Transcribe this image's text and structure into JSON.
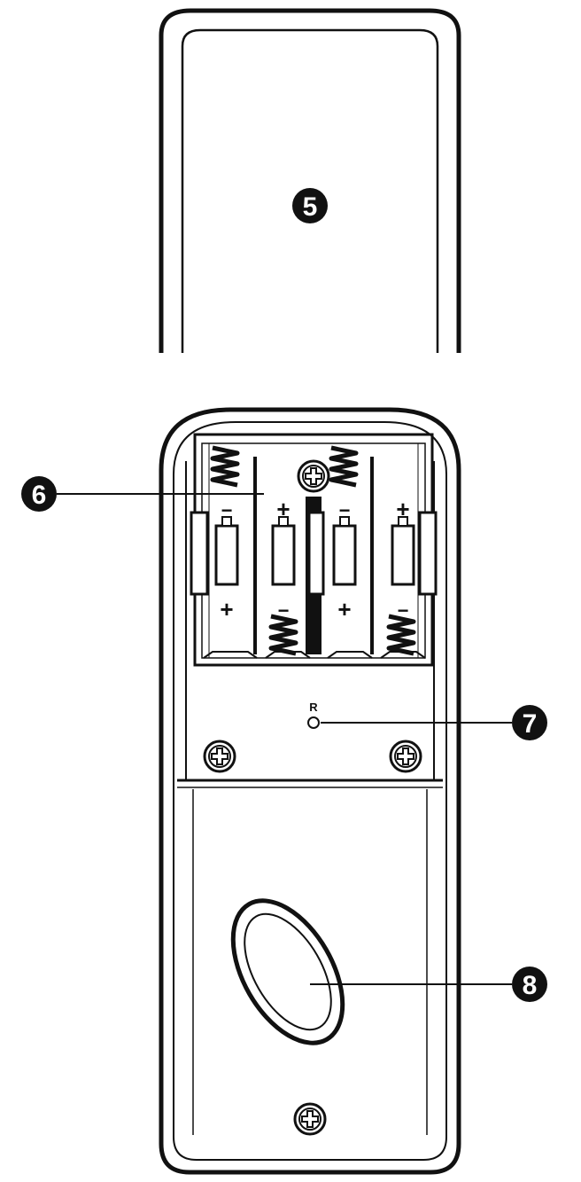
{
  "callouts": [
    {
      "id": "5",
      "label": "5"
    },
    {
      "id": "6",
      "label": "6"
    },
    {
      "id": "7",
      "label": "7"
    },
    {
      "id": "8",
      "label": "8"
    }
  ],
  "battery_marks": {
    "minus": "−",
    "plus": "+",
    "reset": "R"
  },
  "icons": {
    "screw": "screw-icon",
    "spring": "spring-icon",
    "battery_slot": "battery-slot-icon"
  },
  "colors": {
    "ink": "#111111",
    "paper": "#ffffff"
  }
}
